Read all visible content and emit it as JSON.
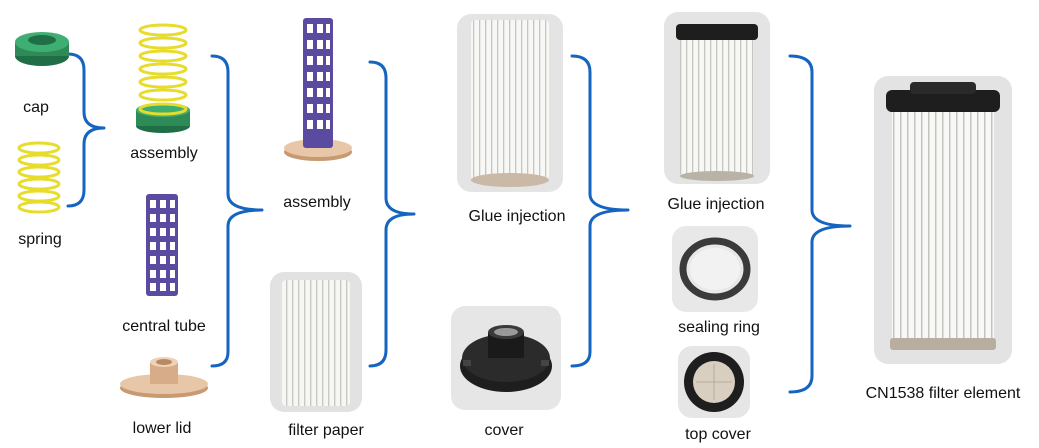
{
  "labels": {
    "cap": "cap",
    "spring": "spring",
    "assembly_1": "assembly",
    "central_tube": "central tube",
    "lower_lid": "lower lid",
    "assembly_2": "assembly",
    "filter_paper": "filter paper",
    "glue_injection_1": "Glue injection",
    "cover": "cover",
    "glue_injection_2": "Glue injection",
    "sealing_ring": "sealing ring",
    "top_cover": "top cover",
    "final": "CN1538 filter element"
  },
  "colors": {
    "bracket": "#1565c0",
    "cap_green": "#2e8b57",
    "spring_yellow": "#f2e93a",
    "tube_purple": "#5a4aa0",
    "lid_tan": "#e3c0a0",
    "paper_white": "#f4f4f2",
    "cover_black": "#1e1e1e"
  }
}
